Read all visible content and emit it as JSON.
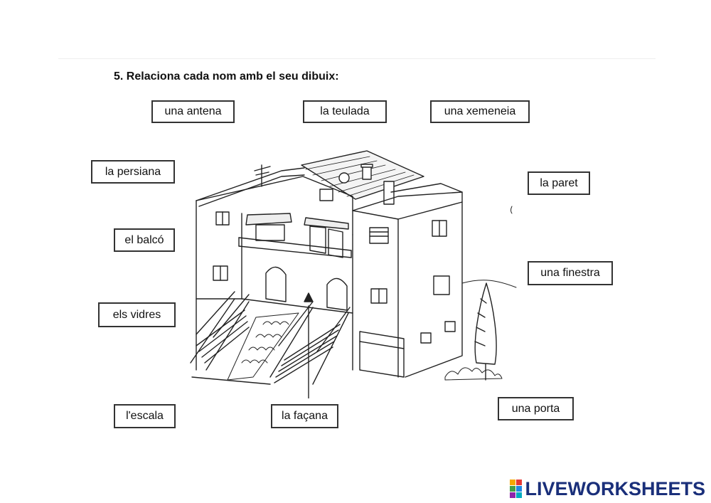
{
  "worksheet": {
    "title": "5. Relaciona cada nom amb el seu dibuix:",
    "labels": {
      "antena": "una antena",
      "teulada": "la teulada",
      "xemeneia": "una xemeneia",
      "persiana": "la persiana",
      "paret": "la paret",
      "balco": "el balcó",
      "finestra": "una finestra",
      "vidres": "els vidres",
      "escala": "l'escala",
      "facana": "la façana",
      "porta": "una porta"
    }
  },
  "footer": {
    "brand": "LIVEWORKSHEETS",
    "logo_colors": [
      "#f6a800",
      "#e53935",
      "#43a047",
      "#1e88e5",
      "#8e24aa",
      "#00acc1"
    ]
  }
}
